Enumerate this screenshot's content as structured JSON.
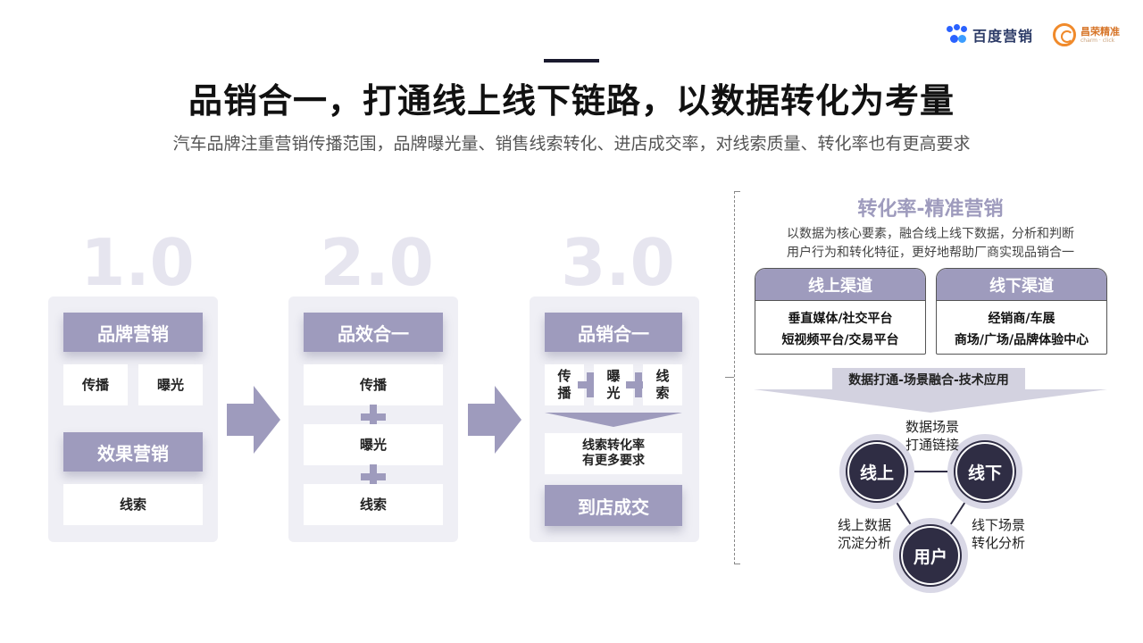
{
  "logos": {
    "baidu": "百度营销",
    "partner_cn": "昌荣精准",
    "partner_en": "charm · click"
  },
  "title": "品销合一，打通线上线下链路，以数据转化为考量",
  "subtitle": "汽车品牌注重营销传播范围，品牌曝光量、销售线索转化、进店成交率，对线索质量、转化率也有更高要求",
  "stages": {
    "v1": {
      "version": "1.0",
      "brand_header": "品牌营销",
      "brand_items": [
        "传播",
        "曝光"
      ],
      "effect_header": "效果营销",
      "effect_item": "线索"
    },
    "v2": {
      "version": "2.0",
      "header": "品效合一",
      "items": [
        "传播",
        "曝光",
        "线索"
      ]
    },
    "v3": {
      "version": "3.0",
      "header": "品销合一",
      "items": [
        "传\n播",
        "曝\n光",
        "线\n索"
      ],
      "conversion": "线索转化率\n有更多要求",
      "footer": "到店成交"
    }
  },
  "right": {
    "title": "转化率-精准营销",
    "desc": "以数据为核心要素，融合线上线下数据，分析和判断\n用户行为和转化特征，更好地帮助厂商实现品销合一",
    "online": {
      "title": "线上渠道",
      "line1": "垂直媒体/社交平台",
      "line2": "短视频平台/交易平台"
    },
    "offline": {
      "title": "线下渠道",
      "line1": "经销商/车展",
      "line2": "商场/广场/品牌体验中心"
    },
    "banner": "数据打通-场景融合-技术应用",
    "nodes": {
      "online": "线上",
      "offline": "线下",
      "user": "用户"
    },
    "annotations": {
      "top": "数据场景\n打通链接",
      "left": "线上数据\n沉淀分析",
      "right": "线下场景\n转化分析"
    }
  },
  "colors": {
    "accent": "#9e9bbd",
    "node": "#2f2d44",
    "panel": "#efeff5"
  }
}
